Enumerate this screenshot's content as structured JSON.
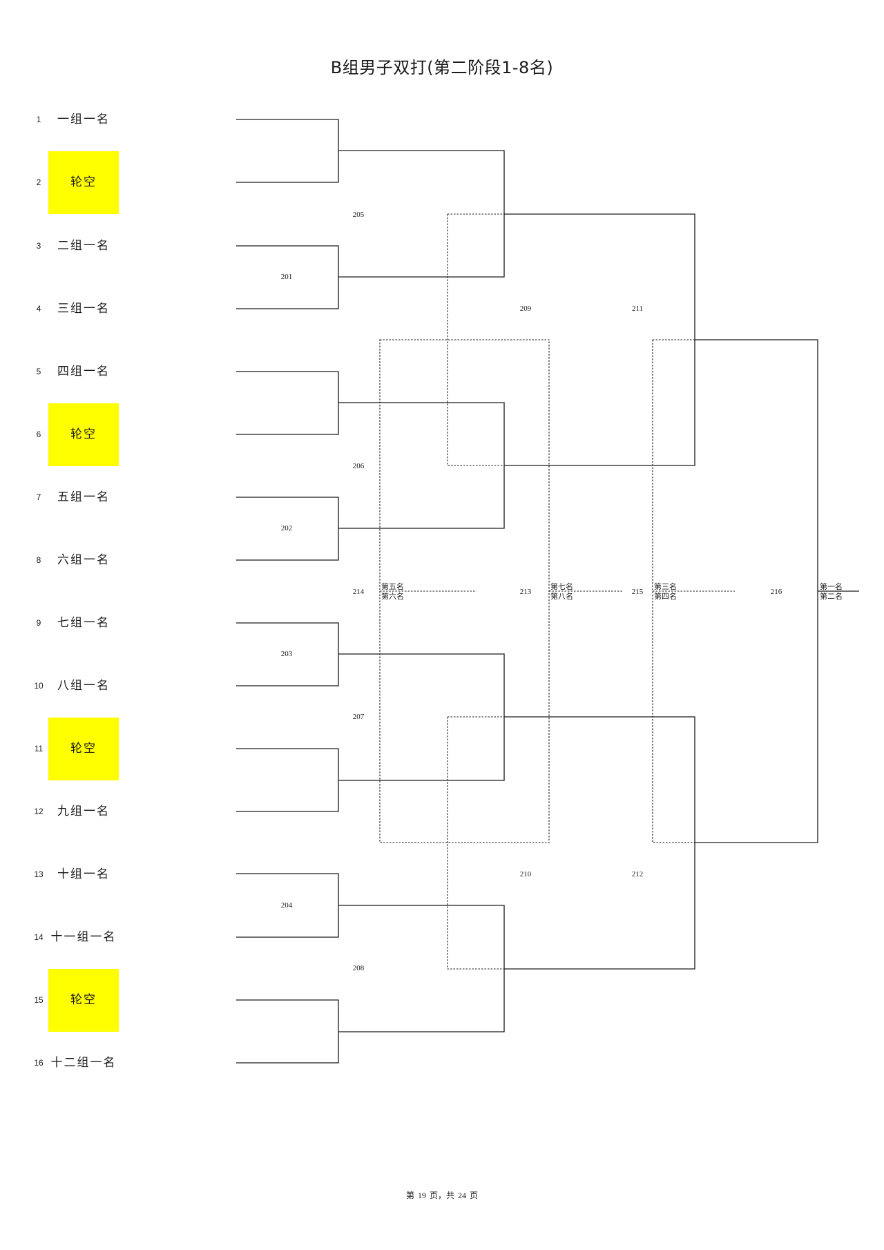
{
  "title": "B组男子双打(第二阶段1-8名)",
  "bye_color": "#ffff00",
  "seeds": [
    {
      "number": "1",
      "name": "一组一名",
      "bye": false
    },
    {
      "number": "2",
      "name": "轮空",
      "bye": true
    },
    {
      "number": "3",
      "name": "二组一名",
      "bye": false
    },
    {
      "number": "4",
      "name": "三组一名",
      "bye": false
    },
    {
      "number": "5",
      "name": "四组一名",
      "bye": false
    },
    {
      "number": "6",
      "name": "轮空",
      "bye": true
    },
    {
      "number": "7",
      "name": "五组一名",
      "bye": false
    },
    {
      "number": "8",
      "name": "六组一名",
      "bye": false
    },
    {
      "number": "9",
      "name": "七组一名",
      "bye": false
    },
    {
      "number": "10",
      "name": "八组一名",
      "bye": false
    },
    {
      "number": "11",
      "name": "轮空",
      "bye": true
    },
    {
      "number": "12",
      "name": "九组一名",
      "bye": false
    },
    {
      "number": "13",
      "name": "十组一名",
      "bye": false
    },
    {
      "number": "14",
      "name": "十一组一名",
      "bye": false
    },
    {
      "number": "15",
      "name": "轮空",
      "bye": true
    },
    {
      "number": "16",
      "name": "十二组一名",
      "bye": false
    }
  ],
  "matches": {
    "m201": "201",
    "m202": "202",
    "m203": "203",
    "m204": "204",
    "m205": "205",
    "m206": "206",
    "m207": "207",
    "m208": "208",
    "m209": "209",
    "m210": "210",
    "m211": "211",
    "m212": "212",
    "m213": "213",
    "m214": "214",
    "m215": "215",
    "m216": "216"
  },
  "places": {
    "p5": "第五名",
    "p6": "第六名",
    "p7": "第七名",
    "p8": "第八名",
    "p3": "第三名",
    "p4": "第四名",
    "p1": "第一名",
    "p2": "第二名"
  },
  "footer": "第 19 页，共 24 页"
}
